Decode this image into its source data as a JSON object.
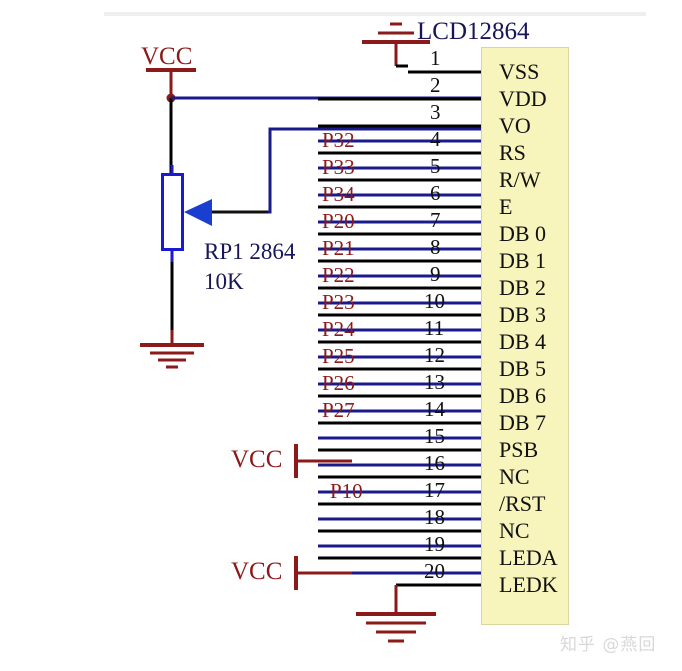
{
  "title": {
    "component_designator": "LCD12864"
  },
  "chip": {
    "pins": [
      {
        "number": "1",
        "name": "VSS",
        "net": "",
        "connection": "gnd"
      },
      {
        "number": "2",
        "name": "VDD",
        "net": "",
        "connection": "vcc"
      },
      {
        "number": "3",
        "name": "VO",
        "net": "",
        "connection": "pot-wiper"
      },
      {
        "number": "4",
        "name": "RS",
        "net": "P32",
        "connection": "net"
      },
      {
        "number": "5",
        "name": "R/W",
        "net": "P33",
        "connection": "net"
      },
      {
        "number": "6",
        "name": "E",
        "net": "P34",
        "connection": "net"
      },
      {
        "number": "7",
        "name": "DB 0",
        "net": "P20",
        "connection": "net"
      },
      {
        "number": "8",
        "name": "DB 1",
        "net": "P21",
        "connection": "net"
      },
      {
        "number": "9",
        "name": "DB 2",
        "net": "P22",
        "connection": "net"
      },
      {
        "number": "10",
        "name": "DB 3",
        "net": "P23",
        "connection": "net"
      },
      {
        "number": "11",
        "name": "DB 4",
        "net": "P24",
        "connection": "net"
      },
      {
        "number": "12",
        "name": "DB 5",
        "net": "P25",
        "connection": "net"
      },
      {
        "number": "13",
        "name": "DB 6",
        "net": "P26",
        "connection": "net"
      },
      {
        "number": "14",
        "name": "DB 7",
        "net": "P27",
        "connection": "net"
      },
      {
        "number": "15",
        "name": "PSB",
        "net": "",
        "connection": "vcc"
      },
      {
        "number": "16",
        "name": "NC",
        "net": "",
        "connection": "none"
      },
      {
        "number": "17",
        "name": "/RST",
        "net": "P10",
        "connection": "net"
      },
      {
        "number": "18",
        "name": "NC",
        "net": "",
        "connection": "none"
      },
      {
        "number": "19",
        "name": "LEDA",
        "net": "",
        "connection": "vcc"
      },
      {
        "number": "20",
        "name": "LEDK",
        "net": "",
        "connection": "gnd"
      }
    ]
  },
  "potentiometer": {
    "designator": "RP1 2864",
    "value": "10K"
  },
  "power_symbols": {
    "vcc_top": "VCC",
    "vcc_psb": "VCC",
    "vcc_leda": "VCC"
  },
  "watermark": {
    "text": "知乎 @燕回"
  },
  "colors": {
    "chip_fill": "#f7f4bc",
    "wire_black": "#000000",
    "wire_blue": "#1a1a8c",
    "power_red": "#8b1a1a",
    "title_navy": "#161658",
    "pot_blue": "#1a1ad0"
  }
}
